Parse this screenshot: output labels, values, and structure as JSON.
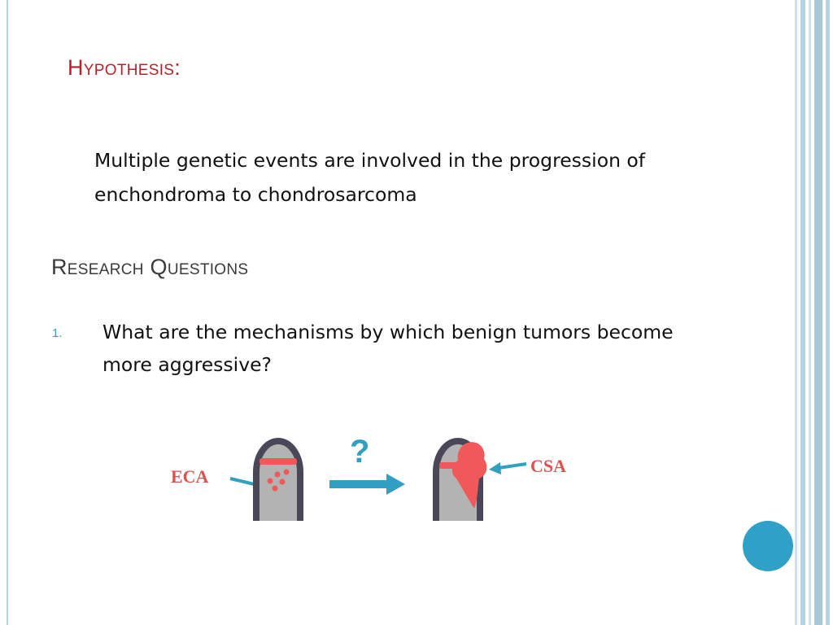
{
  "slide": {
    "hypothesis_title": "Hypothesis:",
    "hypothesis_text": "Multiple genetic events are involved in the progression of enchondroma to chondrosarcoma",
    "research_title": "Research Questions",
    "questions": [
      {
        "number": "1.",
        "text": "What are the mechanisms by which benign tumors become more aggressive?"
      }
    ]
  },
  "figure": {
    "left_label": "ECA",
    "question_mark": "?",
    "right_label": "CSA",
    "colors": {
      "bone_outline": "#4a4858",
      "bone_fill": "#b3b3b3",
      "tumor": "#f0585a",
      "arrow": "#2f9fc2",
      "label": "#d9534f"
    }
  },
  "theme": {
    "title_color": "#b3242a",
    "heading_color": "#3a3a3a",
    "accent": "#2f9fc2",
    "stripe_color": "#b7d2e0"
  }
}
